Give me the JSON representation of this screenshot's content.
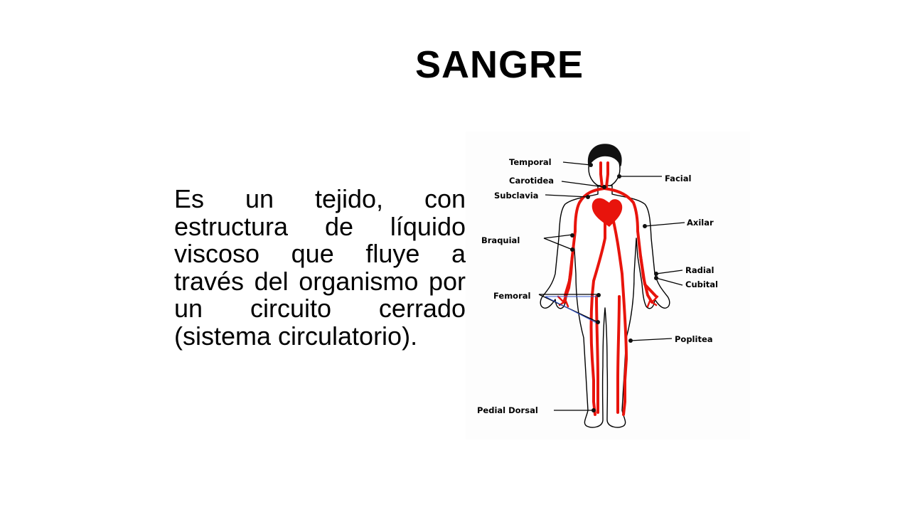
{
  "slide": {
    "title": "SANGRE",
    "body": "Es un tejido, con estructura de líquido viscoso que fluye a través del organismo por un circuito cerrado (sistema circulatorio)."
  },
  "diagram": {
    "labels": {
      "temporal": "Temporal",
      "carotidea": "Carotidea",
      "subclavia": "Subclavia",
      "braquial": "Braquial",
      "femoral": "Femoral",
      "pedial_dorsal": "Pedial Dorsal",
      "facial": "Facial",
      "axilar": "Axilar",
      "radial": "Radial",
      "cubital": "Cubital",
      "poplitea": "Poplitea"
    },
    "colors": {
      "artery": "#e8140c",
      "outline": "#000000",
      "hair": "#111111"
    }
  }
}
